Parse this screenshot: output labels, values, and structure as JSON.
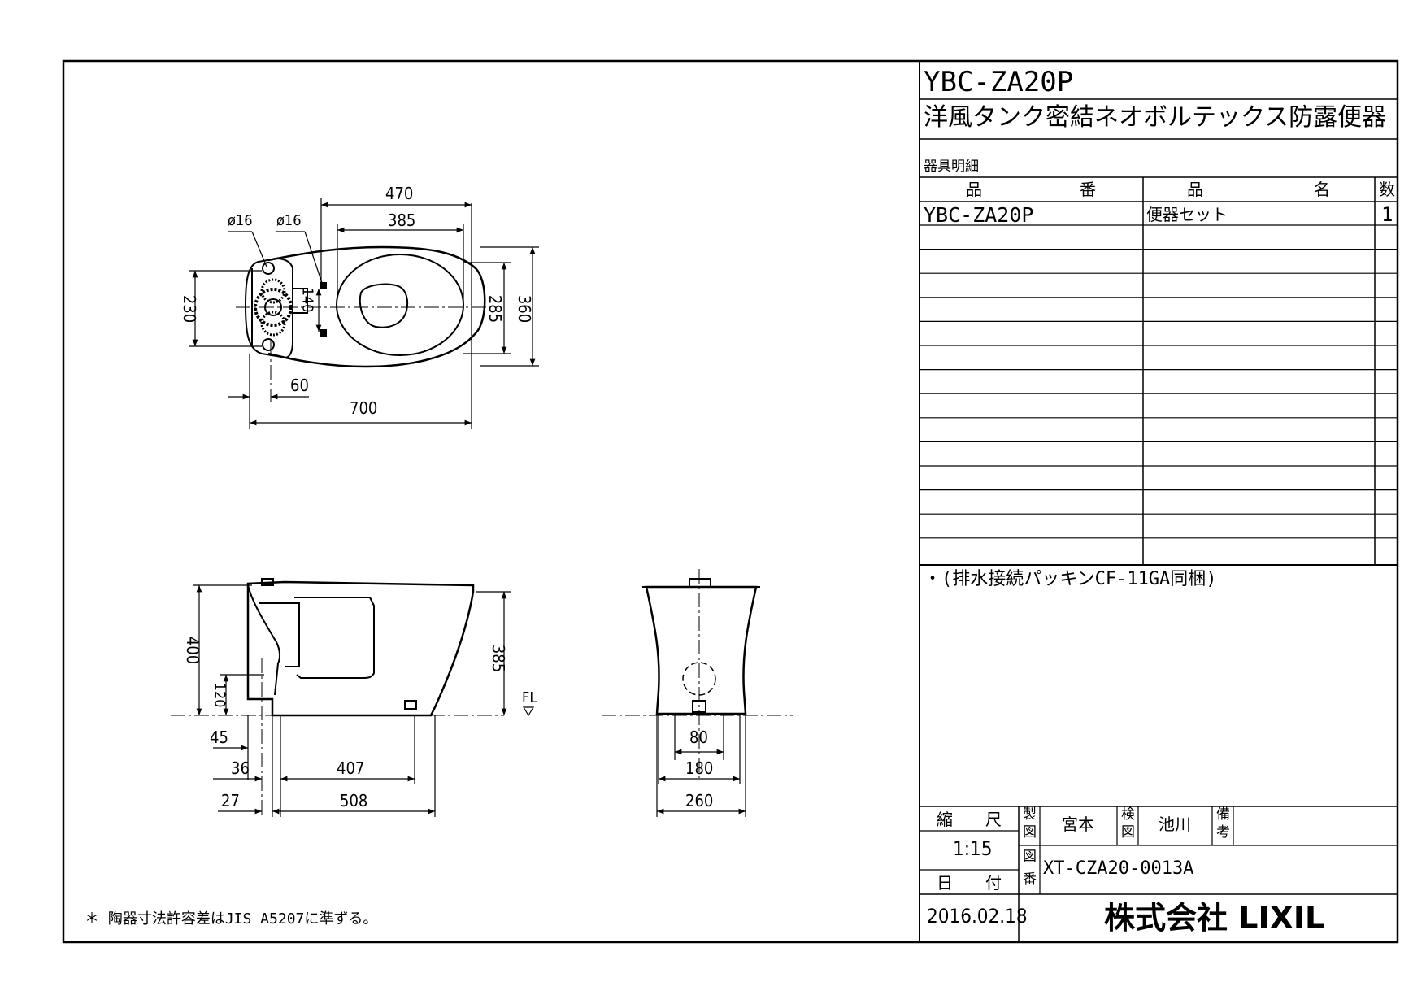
{
  "title_block": {
    "model": "YBC-ZA20P",
    "product_name": "洋風タンク密結ネオボルテックス防露便器",
    "parts_heading": "器具明細",
    "col_part_no": [
      "品",
      "番"
    ],
    "col_part_name": [
      "品",
      "名"
    ],
    "col_qty": "数",
    "rows": [
      {
        "part_no": "YBC-ZA20P",
        "name": "便器セット",
        "qty": "1"
      }
    ],
    "note": "・(排水接続パッキンCF-11GA同梱)",
    "scale_label": "縮　　尺",
    "scale": "1:15",
    "date_label": "日　　付",
    "date": "2016.02.18",
    "drawn_label": [
      "製",
      "図"
    ],
    "drawn_by": "宮本",
    "checked_label": [
      "検",
      "図"
    ],
    "checked_by": "池川",
    "remarks_label": [
      "備",
      "考"
    ],
    "drawing_no_label": [
      "図",
      "番"
    ],
    "drawing_no": "XT-CZA20-0013A",
    "company": "株式会社 LIXIL"
  },
  "footnote": "＊ 陶器寸法許容差はJIS A5207に準ずる。",
  "dimensions": {
    "plan": {
      "total_length": "700",
      "bowl_length": "470",
      "rim_length": "385",
      "hole1": "ø16",
      "hole2": "ø16",
      "tank_width": "230",
      "hole_pitch": "140",
      "rim_width": "285",
      "total_width": "360",
      "offset": "60"
    },
    "side": {
      "height": "400",
      "rim_height": "385",
      "outlet_height": "120",
      "fl": "FL",
      "d45": "45",
      "d36": "36",
      "d407": "407",
      "d27": "27",
      "d508": "508"
    },
    "front": {
      "d80": "80",
      "d180": "180",
      "d260": "260"
    }
  }
}
